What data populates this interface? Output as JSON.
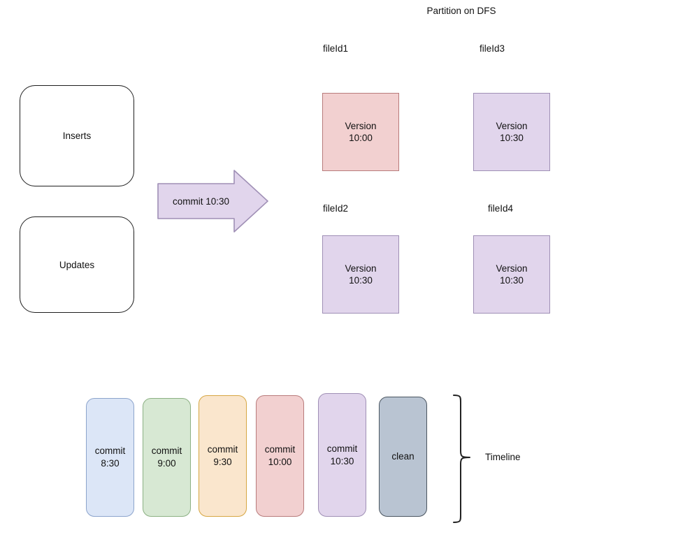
{
  "diagram": {
    "title": "Partition on DFS",
    "sources": [
      {
        "label": "Inserts"
      },
      {
        "label": "Updates"
      }
    ],
    "arrow": {
      "label": "commit 10:30",
      "fill": "#e1d5ec",
      "stroke": "#9f8fb5"
    },
    "files": [
      {
        "id_label": "fileId1",
        "version_label": "Version",
        "version_time": "10:00",
        "fill": "#f2d0d0",
        "stroke": "#b87b7b"
      },
      {
        "id_label": "fileId3",
        "version_label": "Version",
        "version_time": "10:30",
        "fill": "#e1d5ec",
        "stroke": "#9f8fb5"
      },
      {
        "id_label": "fileId2",
        "version_label": "Version",
        "version_time": "10:30",
        "fill": "#e1d5ec",
        "stroke": "#9f8fb5"
      },
      {
        "id_label": "fileId4",
        "version_label": "Version",
        "version_time": "10:30",
        "fill": "#e1d5ec",
        "stroke": "#9f8fb5"
      }
    ],
    "timeline": {
      "label": "Timeline",
      "items": [
        {
          "line1": "commit",
          "line2": "8:30",
          "fill": "#dce6f7",
          "stroke": "#8ca4cc"
        },
        {
          "line1": "commit",
          "line2": "9:00",
          "fill": "#d7e8d3",
          "stroke": "#8cb083"
        },
        {
          "line1": "commit",
          "line2": "9:30",
          "fill": "#fae6cd",
          "stroke": "#d6a642"
        },
        {
          "line1": "commit",
          "line2": "10:00",
          "fill": "#f2d0d0",
          "stroke": "#b87b7b"
        },
        {
          "line1": "commit",
          "line2": "10:30",
          "fill": "#e1d5ec",
          "stroke": "#9f8fb5"
        },
        {
          "line1": "clean",
          "line2": "",
          "fill": "#b9c4d2",
          "stroke": "#4a5560"
        }
      ]
    }
  }
}
